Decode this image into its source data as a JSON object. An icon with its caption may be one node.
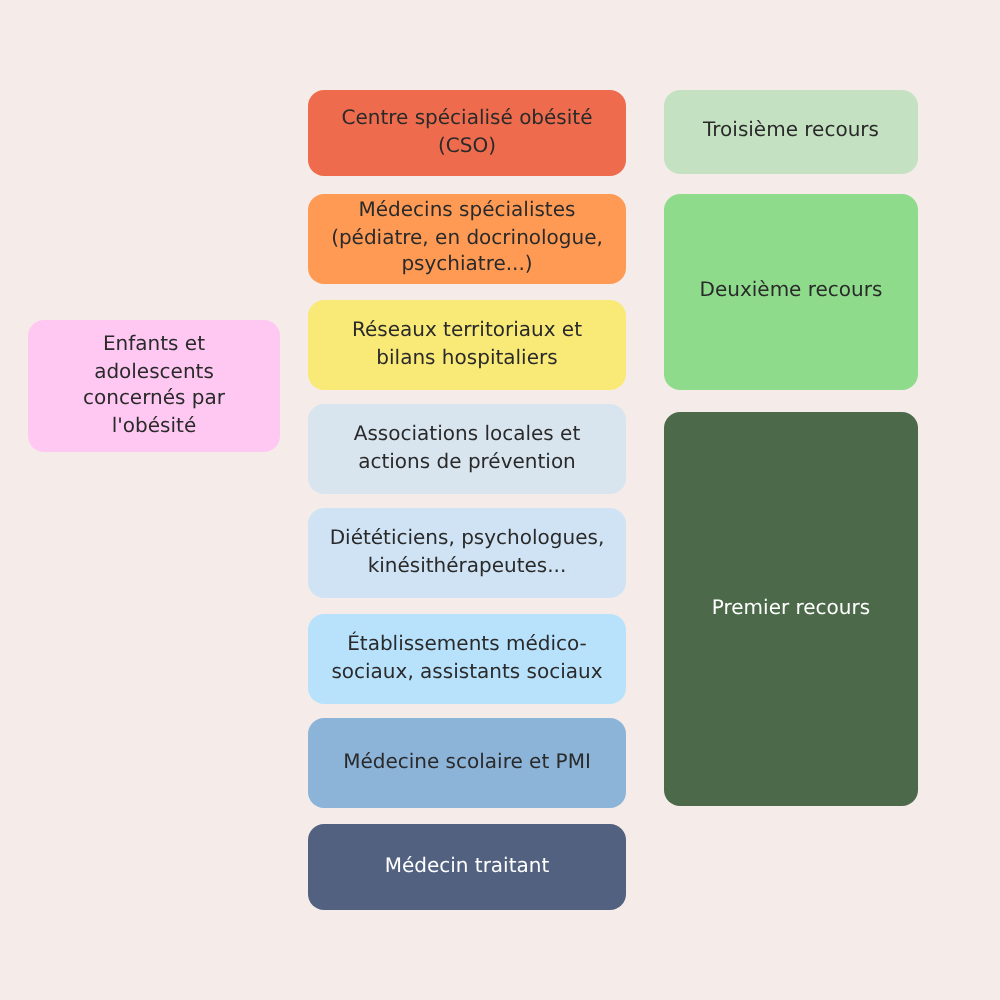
{
  "diagram": {
    "nodes": [
      {
        "text": [
          "Enfants et adolescents concernés par l'obésité"
        ]
      },
      {
        "text": [
          "Centre spécialisé obésité (CSO)"
        ]
      },
      {
        "text": [
          "Médecins spécialistes (pédiatre, en docrinologue, psychiatre...)"
        ]
      },
      {
        "text": [
          "Réseaux territoriaux et bilans hospitaliers"
        ]
      },
      {
        "text": [
          "Associations locales et actions de prévention"
        ]
      },
      {
        "text": [
          "Diététiciens, psychologues, kinésithérapeutes..."
        ]
      },
      {
        "text": [
          "Établissements médico-sociaux, assistants sociaux"
        ]
      },
      {
        "text": [
          "Médecine scolaire et PMI"
        ]
      },
      {
        "text": [
          "Médecin traitant"
        ]
      },
      {
        "text": [
          "Troisième recours"
        ]
      },
      {
        "text": [
          "Deuxième recours"
        ]
      },
      {
        "text": [
          "Premier recours"
        ]
      }
    ]
  }
}
